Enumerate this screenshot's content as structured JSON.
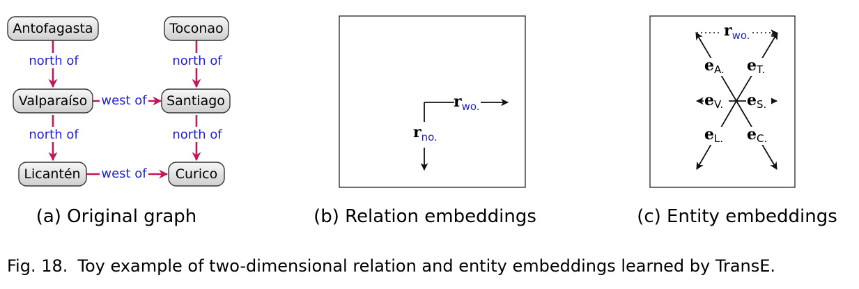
{
  "graph": {
    "nodes": {
      "antofagasta": "Antofagasta",
      "toconao": "Toconao",
      "valparaiso": "Valparaíso",
      "santiago": "Santiago",
      "licanten": "Licantén",
      "curico": "Curico"
    },
    "edges": {
      "antofagasta_valparaiso": "north of",
      "toconao_santiago": "north of",
      "valparaiso_santiago": "west of",
      "valparaiso_licanten": "north of",
      "santiago_curico": "north of",
      "licanten_curico": "west of"
    }
  },
  "relation_panel": {
    "r_wo": {
      "symbol": "r",
      "sub": "wo."
    },
    "r_no": {
      "symbol": "r",
      "sub": "no."
    }
  },
  "entity_panel": {
    "r_wo": {
      "symbol": "r",
      "sub": "wo."
    },
    "e_A": {
      "symbol": "e",
      "sub": "A."
    },
    "e_T": {
      "symbol": "e",
      "sub": "T."
    },
    "e_V": {
      "symbol": "e",
      "sub": "V."
    },
    "e_S": {
      "symbol": "e",
      "sub": "S."
    },
    "e_L": {
      "symbol": "e",
      "sub": "L."
    },
    "e_C": {
      "symbol": "e",
      "sub": "C."
    }
  },
  "subcaptions": {
    "a": "(a) Original graph",
    "b": "(b) Relation embeddings",
    "c": "(c) Entity embeddings"
  },
  "caption": {
    "label": "Fig. 18.",
    "text": "Toy example of two-dimensional relation and entity embeddings learned by TransE."
  },
  "colors": {
    "edge": "#c2185b",
    "relation_label": "#1f1fd6",
    "node_fill_top": "#f7f7f7",
    "node_fill_bottom": "#cfcfcf"
  }
}
